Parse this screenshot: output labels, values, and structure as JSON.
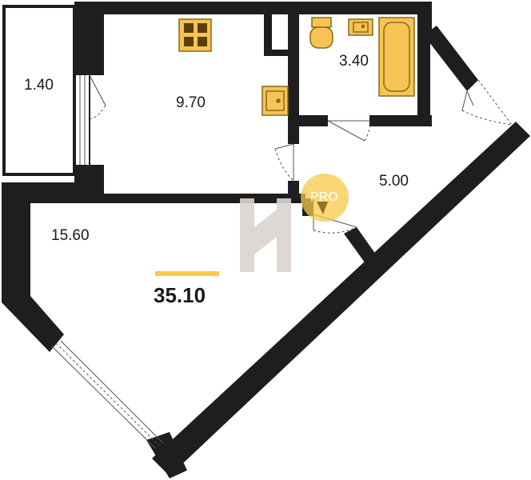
{
  "rooms": {
    "balcony": "1.40",
    "kitchen": "9.70",
    "bathroom": "3.40",
    "hall": "5.00",
    "living": "15.60"
  },
  "total_area": "35.10",
  "badge_text": "PRO",
  "colors": {
    "wall": "#1e1e1e",
    "fixture": "#f5c452",
    "fixture_stroke": "#8a6a1a",
    "accent": "#f7c948",
    "watermark": "#d9d4cf"
  }
}
